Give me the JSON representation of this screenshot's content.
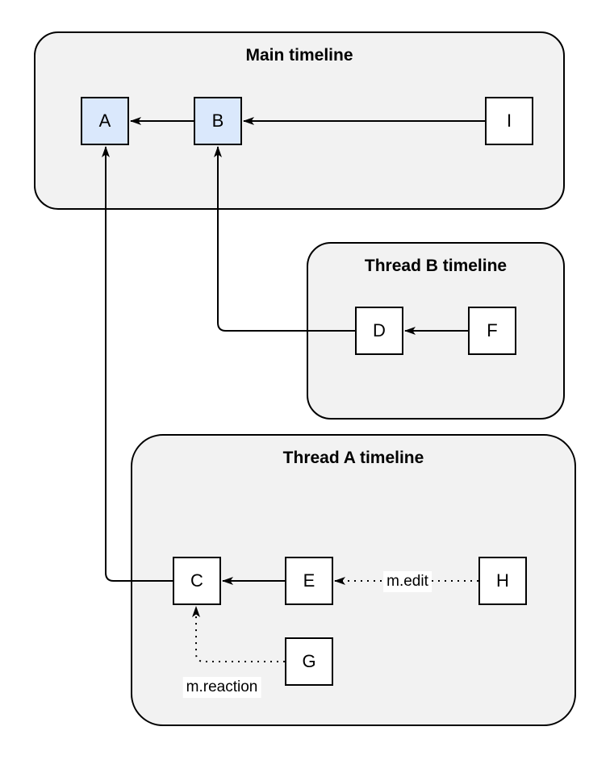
{
  "groups": {
    "main": {
      "title": "Main timeline"
    },
    "thread_b": {
      "title": "Thread B timeline"
    },
    "thread_a": {
      "title": "Thread A timeline"
    }
  },
  "nodes": {
    "a": {
      "label": "A",
      "highlighted": true
    },
    "b": {
      "label": "B",
      "highlighted": true
    },
    "i": {
      "label": "I",
      "highlighted": false
    },
    "d": {
      "label": "D",
      "highlighted": false
    },
    "f": {
      "label": "F",
      "highlighted": false
    },
    "c": {
      "label": "C",
      "highlighted": false
    },
    "e": {
      "label": "E",
      "highlighted": false
    },
    "h": {
      "label": "H",
      "highlighted": false
    },
    "g": {
      "label": "G",
      "highlighted": false
    }
  },
  "edges": [
    {
      "from": "B",
      "to": "A",
      "style": "solid",
      "label": ""
    },
    {
      "from": "I",
      "to": "B",
      "style": "solid",
      "label": ""
    },
    {
      "from": "F",
      "to": "D",
      "style": "solid",
      "label": ""
    },
    {
      "from": "D",
      "to": "B",
      "style": "solid",
      "label": ""
    },
    {
      "from": "E",
      "to": "C",
      "style": "solid",
      "label": ""
    },
    {
      "from": "C",
      "to": "A",
      "style": "solid",
      "label": ""
    },
    {
      "from": "H",
      "to": "E",
      "style": "dotted",
      "label": "m.edit"
    },
    {
      "from": "G",
      "to": "C",
      "style": "dotted",
      "label": "m.reaction"
    }
  ],
  "colors": {
    "group_fill": "#f2f2f2",
    "group_stroke": "#000000",
    "node_fill": "#ffffff",
    "node_highlight_fill": "#dae8fc",
    "edge_stroke": "#000000",
    "text": "#000000",
    "edge_label_bg": "#ffffff"
  }
}
